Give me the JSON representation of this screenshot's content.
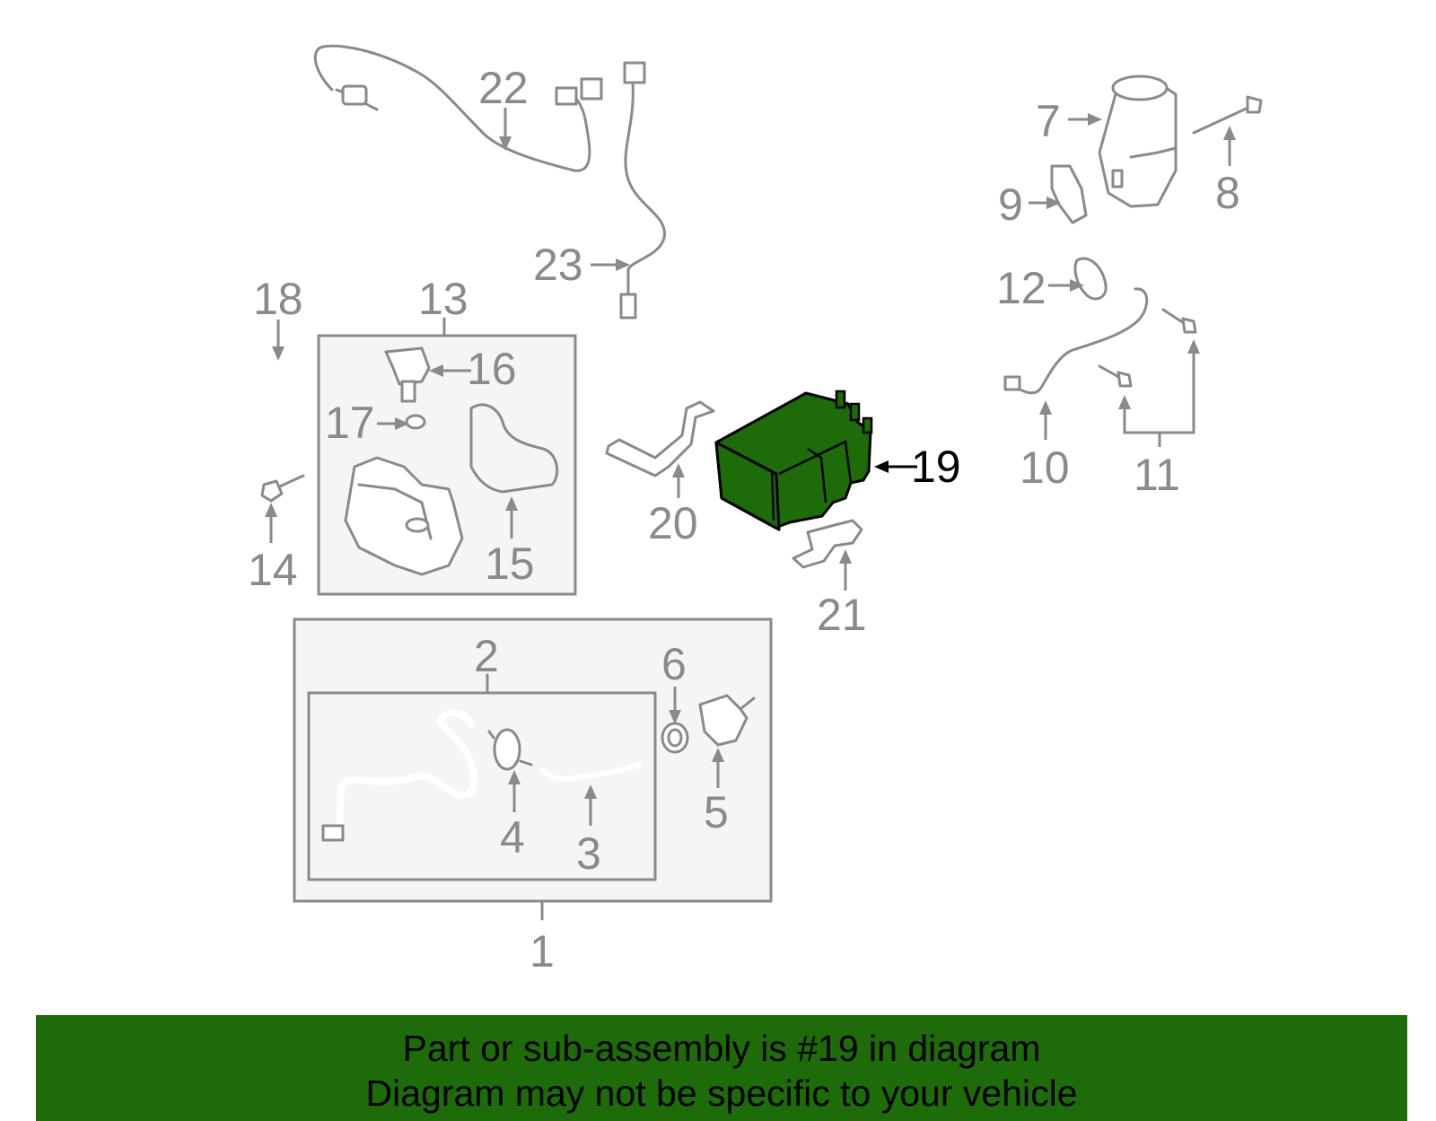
{
  "labels": {
    "l1": "1",
    "l2": "2",
    "l3": "3",
    "l4": "4",
    "l5": "5",
    "l6": "6",
    "l7": "7",
    "l8": "8",
    "l9": "9",
    "l10": "10",
    "l11": "11",
    "l12": "12",
    "l13": "13",
    "l14": "14",
    "l15": "15",
    "l16": "16",
    "l17": "17",
    "l18": "18",
    "l19": "19",
    "l20": "20",
    "l21": "21",
    "l22": "22",
    "l23": "23"
  },
  "highlight": {
    "part_number": "19",
    "color": "#1e6b0a"
  },
  "banner": {
    "line1": "Part or sub-assembly is #19 in diagram",
    "line2": "Diagram may not be specific to your vehicle",
    "background": "#1e6b0a"
  }
}
